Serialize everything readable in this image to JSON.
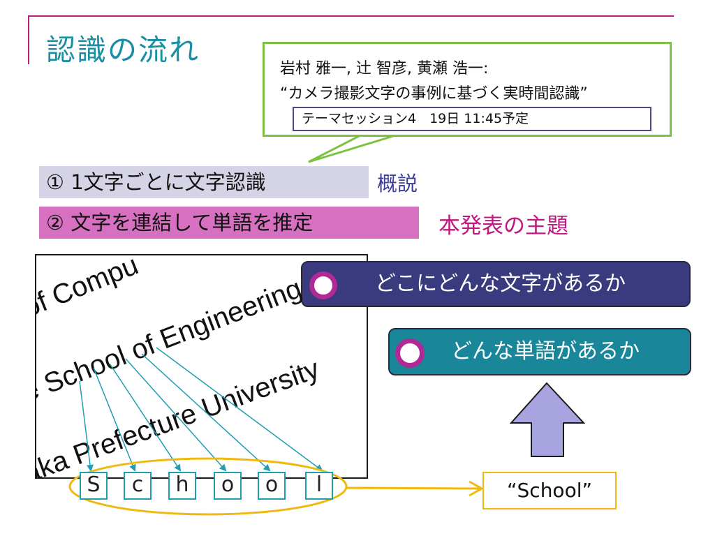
{
  "title": "認識の流れ",
  "callout": {
    "line1": "岩村 雅一, 辻 智彦, 黄瀬 浩一:",
    "line2": "“カメラ撮影文字の事例に基づく実時間認識”",
    "session": "テーマセッション4　19日 11:45予定"
  },
  "steps": [
    {
      "label": "① 1文字ごとに文字認識",
      "note": "概説"
    },
    {
      "label": "② 文字を連結して単語を推定",
      "note": "本発表の主題"
    }
  ],
  "photo": {
    "line1": "of Compu",
    "line2": "te School of Engineering",
    "line3": "aka Prefecture University"
  },
  "characters": [
    "S",
    "c",
    "h",
    "o",
    "o",
    "l"
  ],
  "result": "“School”",
  "panels": {
    "top": "どこにどんな文字があるか",
    "bottom": "どんな単語があるか"
  },
  "colors": {
    "accent_magenta": "#c0187e",
    "title_teal": "#1a8fa3",
    "callout_green": "#7cc242",
    "step1_bg": "#d4d4e6",
    "step2_bg": "#d770c1",
    "panel_top": "#3a3a7e",
    "panel_bottom": "#19869a",
    "char_box": "#1e9eb0",
    "ellipse_orange": "#f0b90f",
    "up_arrow": "#a7a4df"
  }
}
